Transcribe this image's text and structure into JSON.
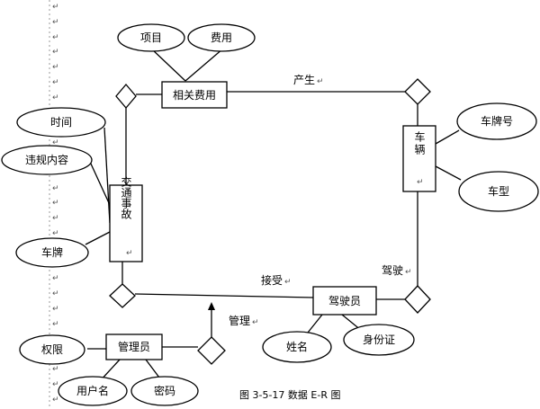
{
  "entities": {
    "expense": "相关费用",
    "vehicle": "车辆",
    "accident": "交通事故",
    "driver": "驾驶员",
    "admin": "管理员"
  },
  "attributes": {
    "item": "项目",
    "fee": "费用",
    "time": "时间",
    "violation": "违规内容",
    "plate": "车牌",
    "plate_no": "车牌号",
    "model": "车型",
    "name": "姓名",
    "id_card": "身份证",
    "permission": "权限",
    "username": "用户名",
    "password": "密码"
  },
  "relationships": {
    "produce": "产生",
    "drive": "驾驶",
    "accept": "接受",
    "manage": "管理"
  },
  "para_mark": "↵",
  "caption": "图 3-5-17   数据 E-R 图"
}
